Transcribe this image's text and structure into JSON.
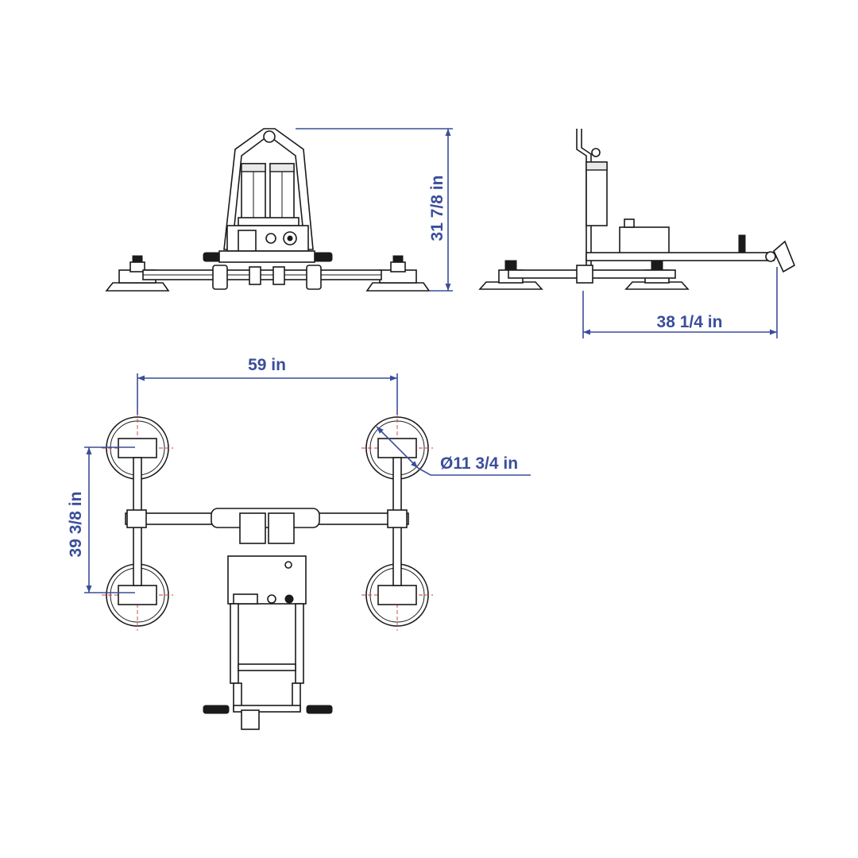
{
  "dimensions": {
    "height": "31 7/8 in",
    "depth": "38 1/4 in",
    "width": "59 in",
    "length": "39 3/8 in",
    "pad_diameter": "Ø11 3/4 in"
  },
  "colors": {
    "dimension": "#3a4e9a",
    "line": "#1a1a1a",
    "centerline": "#d23a3a",
    "background": "#ffffff"
  }
}
